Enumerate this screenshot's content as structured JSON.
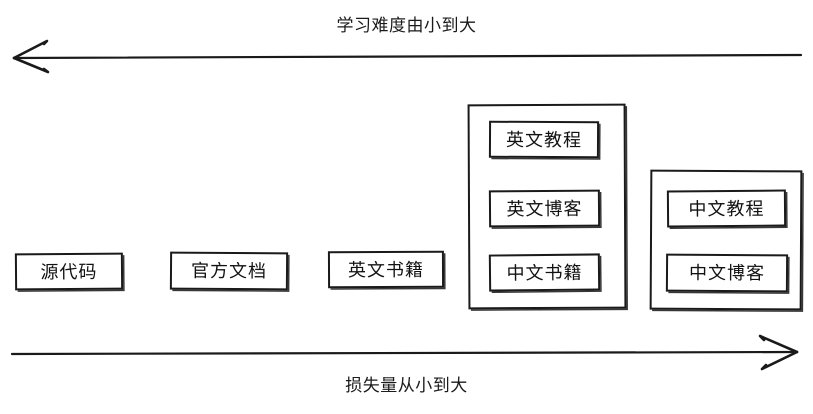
{
  "diagram": {
    "top_axis": {
      "label": "学习难度由小到大",
      "direction": "left"
    },
    "bottom_axis": {
      "label": "损失量从小到大",
      "direction": "right"
    },
    "nodes": [
      {
        "label": "源代码"
      },
      {
        "label": "官方文档"
      },
      {
        "label": "英文书籍"
      }
    ],
    "groups": [
      {
        "name": "english-materials-group",
        "items": [
          {
            "label": "英文教程"
          },
          {
            "label": "英文博客"
          },
          {
            "label": "中文书籍"
          }
        ]
      },
      {
        "name": "chinese-materials-group",
        "items": [
          {
            "label": "中文教程"
          },
          {
            "label": "中文博客"
          }
        ]
      }
    ]
  },
  "colors": {
    "stroke": "#1a1a1a",
    "background": "#ffffff",
    "text": "#121212"
  }
}
